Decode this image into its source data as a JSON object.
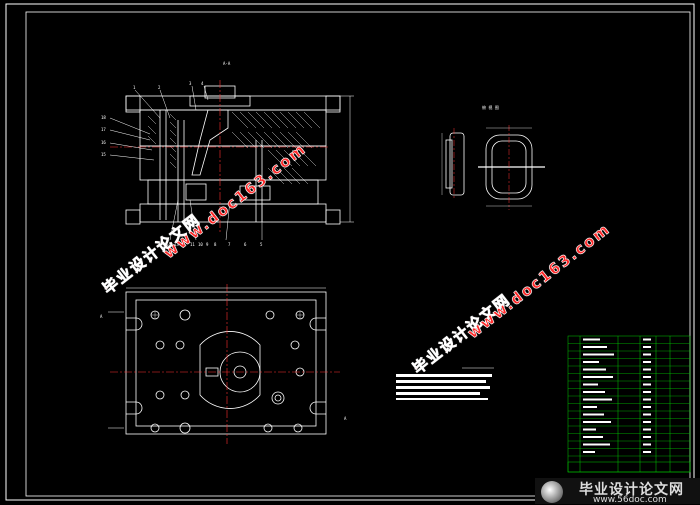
{
  "drawing": {
    "section_label": "A-A",
    "side_view_label": "俯 视 图",
    "view_marker": "A",
    "part_numbers_top": [
      "1",
      "2",
      "3",
      "4"
    ],
    "part_numbers_left": [
      "18",
      "17",
      "16",
      "15"
    ],
    "part_numbers_bottom": [
      "14",
      "13",
      "12",
      "11",
      "10",
      "9",
      "8",
      "7",
      "6",
      "5"
    ]
  },
  "watermarks": {
    "site_name": "毕业设计论文网",
    "site_url": "www.doc163.com"
  },
  "footer": {
    "site_name": "毕业设计论文网",
    "site_url": "www.56doc.com"
  },
  "colors": {
    "background": "#000000",
    "lines": "#ffffff",
    "centerline": "#ff3030",
    "hatch": "#ffffff",
    "table_green": "#00cc00",
    "watermark": "#ff2a2a"
  }
}
